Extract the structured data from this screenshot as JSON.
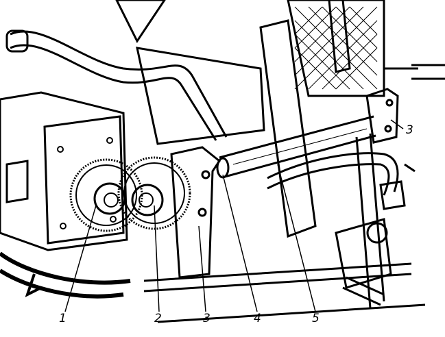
{
  "figure": {
    "callouts": [
      {
        "id": "l1",
        "text": "1"
      },
      {
        "id": "l2",
        "text": "2"
      },
      {
        "id": "l3a",
        "text": "3"
      },
      {
        "id": "l4",
        "text": "4"
      },
      {
        "id": "l5",
        "text": "5"
      },
      {
        "id": "l3b",
        "text": "3"
      }
    ],
    "ink_color": "#000000",
    "paper_color": "#ffffff"
  }
}
